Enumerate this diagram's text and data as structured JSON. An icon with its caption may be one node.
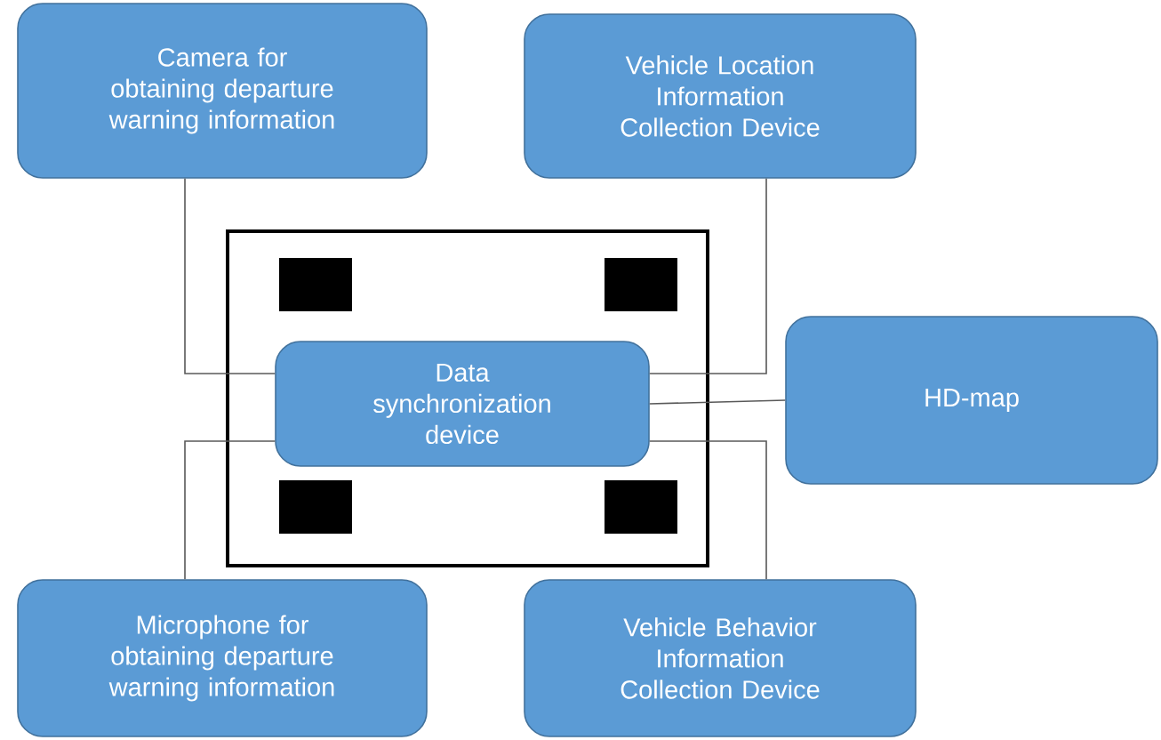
{
  "diagram": {
    "nodes": [
      {
        "text": [
          "Camera for obtaining departure warning information"
        ]
      },
      {
        "text": [
          "Vehicle Location Information Collection Device"
        ]
      },
      {
        "text": [],
        "shape": "box"
      },
      {
        "text": [
          "Data synchronization device"
        ],
        "in": 2
      },
      {
        "text": [
          "HD-map"
        ]
      },
      {
        "text": [
          "Microphone for obtaining departure warning information"
        ]
      },
      {
        "text": [
          "Vehicle Behavior Information Collection Device"
        ]
      }
    ],
    "edges": [
      {
        "from": 0,
        "to": 3,
        "arrow": "none"
      },
      {
        "from": 1,
        "to": 3,
        "arrow": "none"
      },
      {
        "from": 3,
        "to": 4,
        "arrow": "none"
      },
      {
        "from": 3,
        "to": 5,
        "arrow": "none"
      },
      {
        "from": 3,
        "to": 6,
        "arrow": "none"
      }
    ]
  }
}
